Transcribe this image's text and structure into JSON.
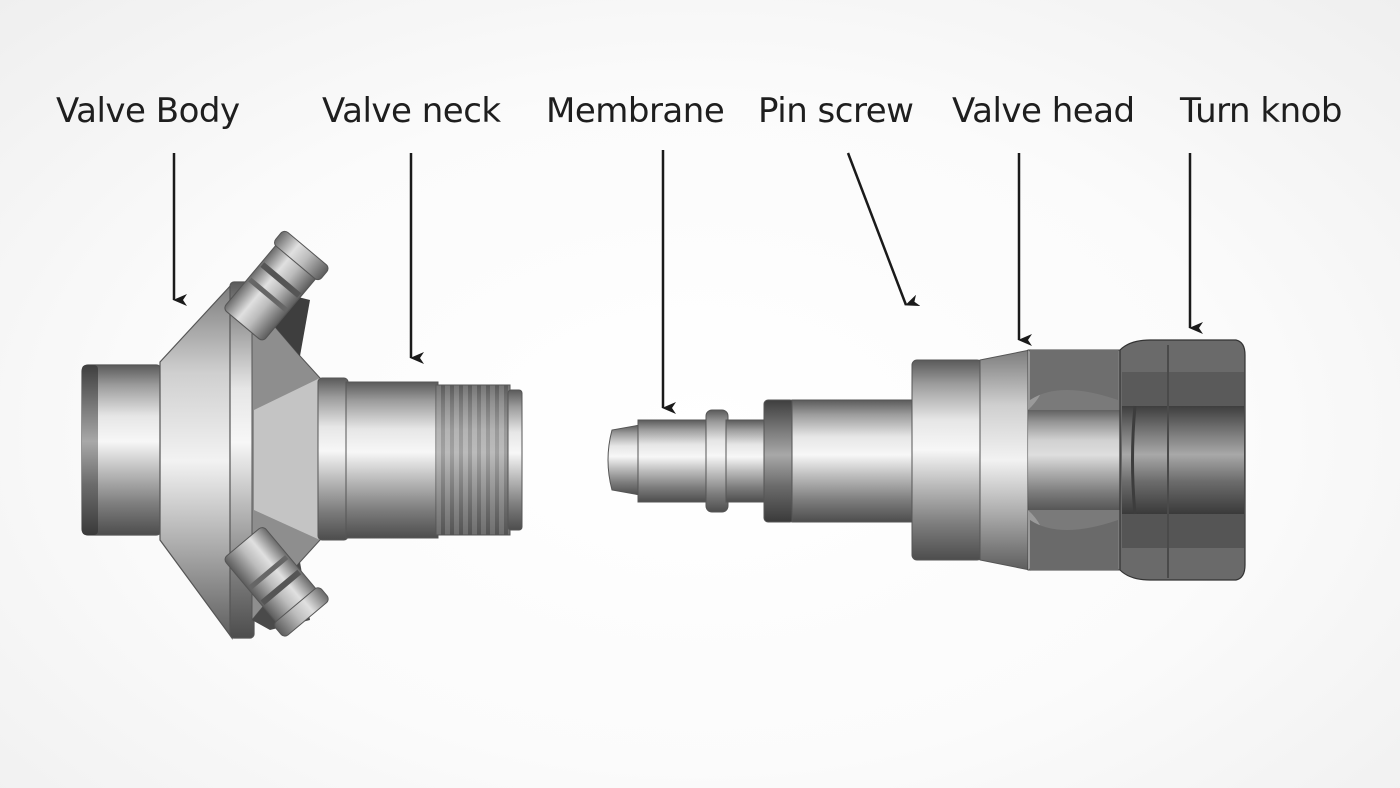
{
  "labels": {
    "valve_body": "Valve Body",
    "valve_neck": "Valve neck",
    "membrane": "Membrane",
    "pin_screw": "Pin screw",
    "valve_head": "Valve head",
    "turn_knob": "Turn knob"
  }
}
